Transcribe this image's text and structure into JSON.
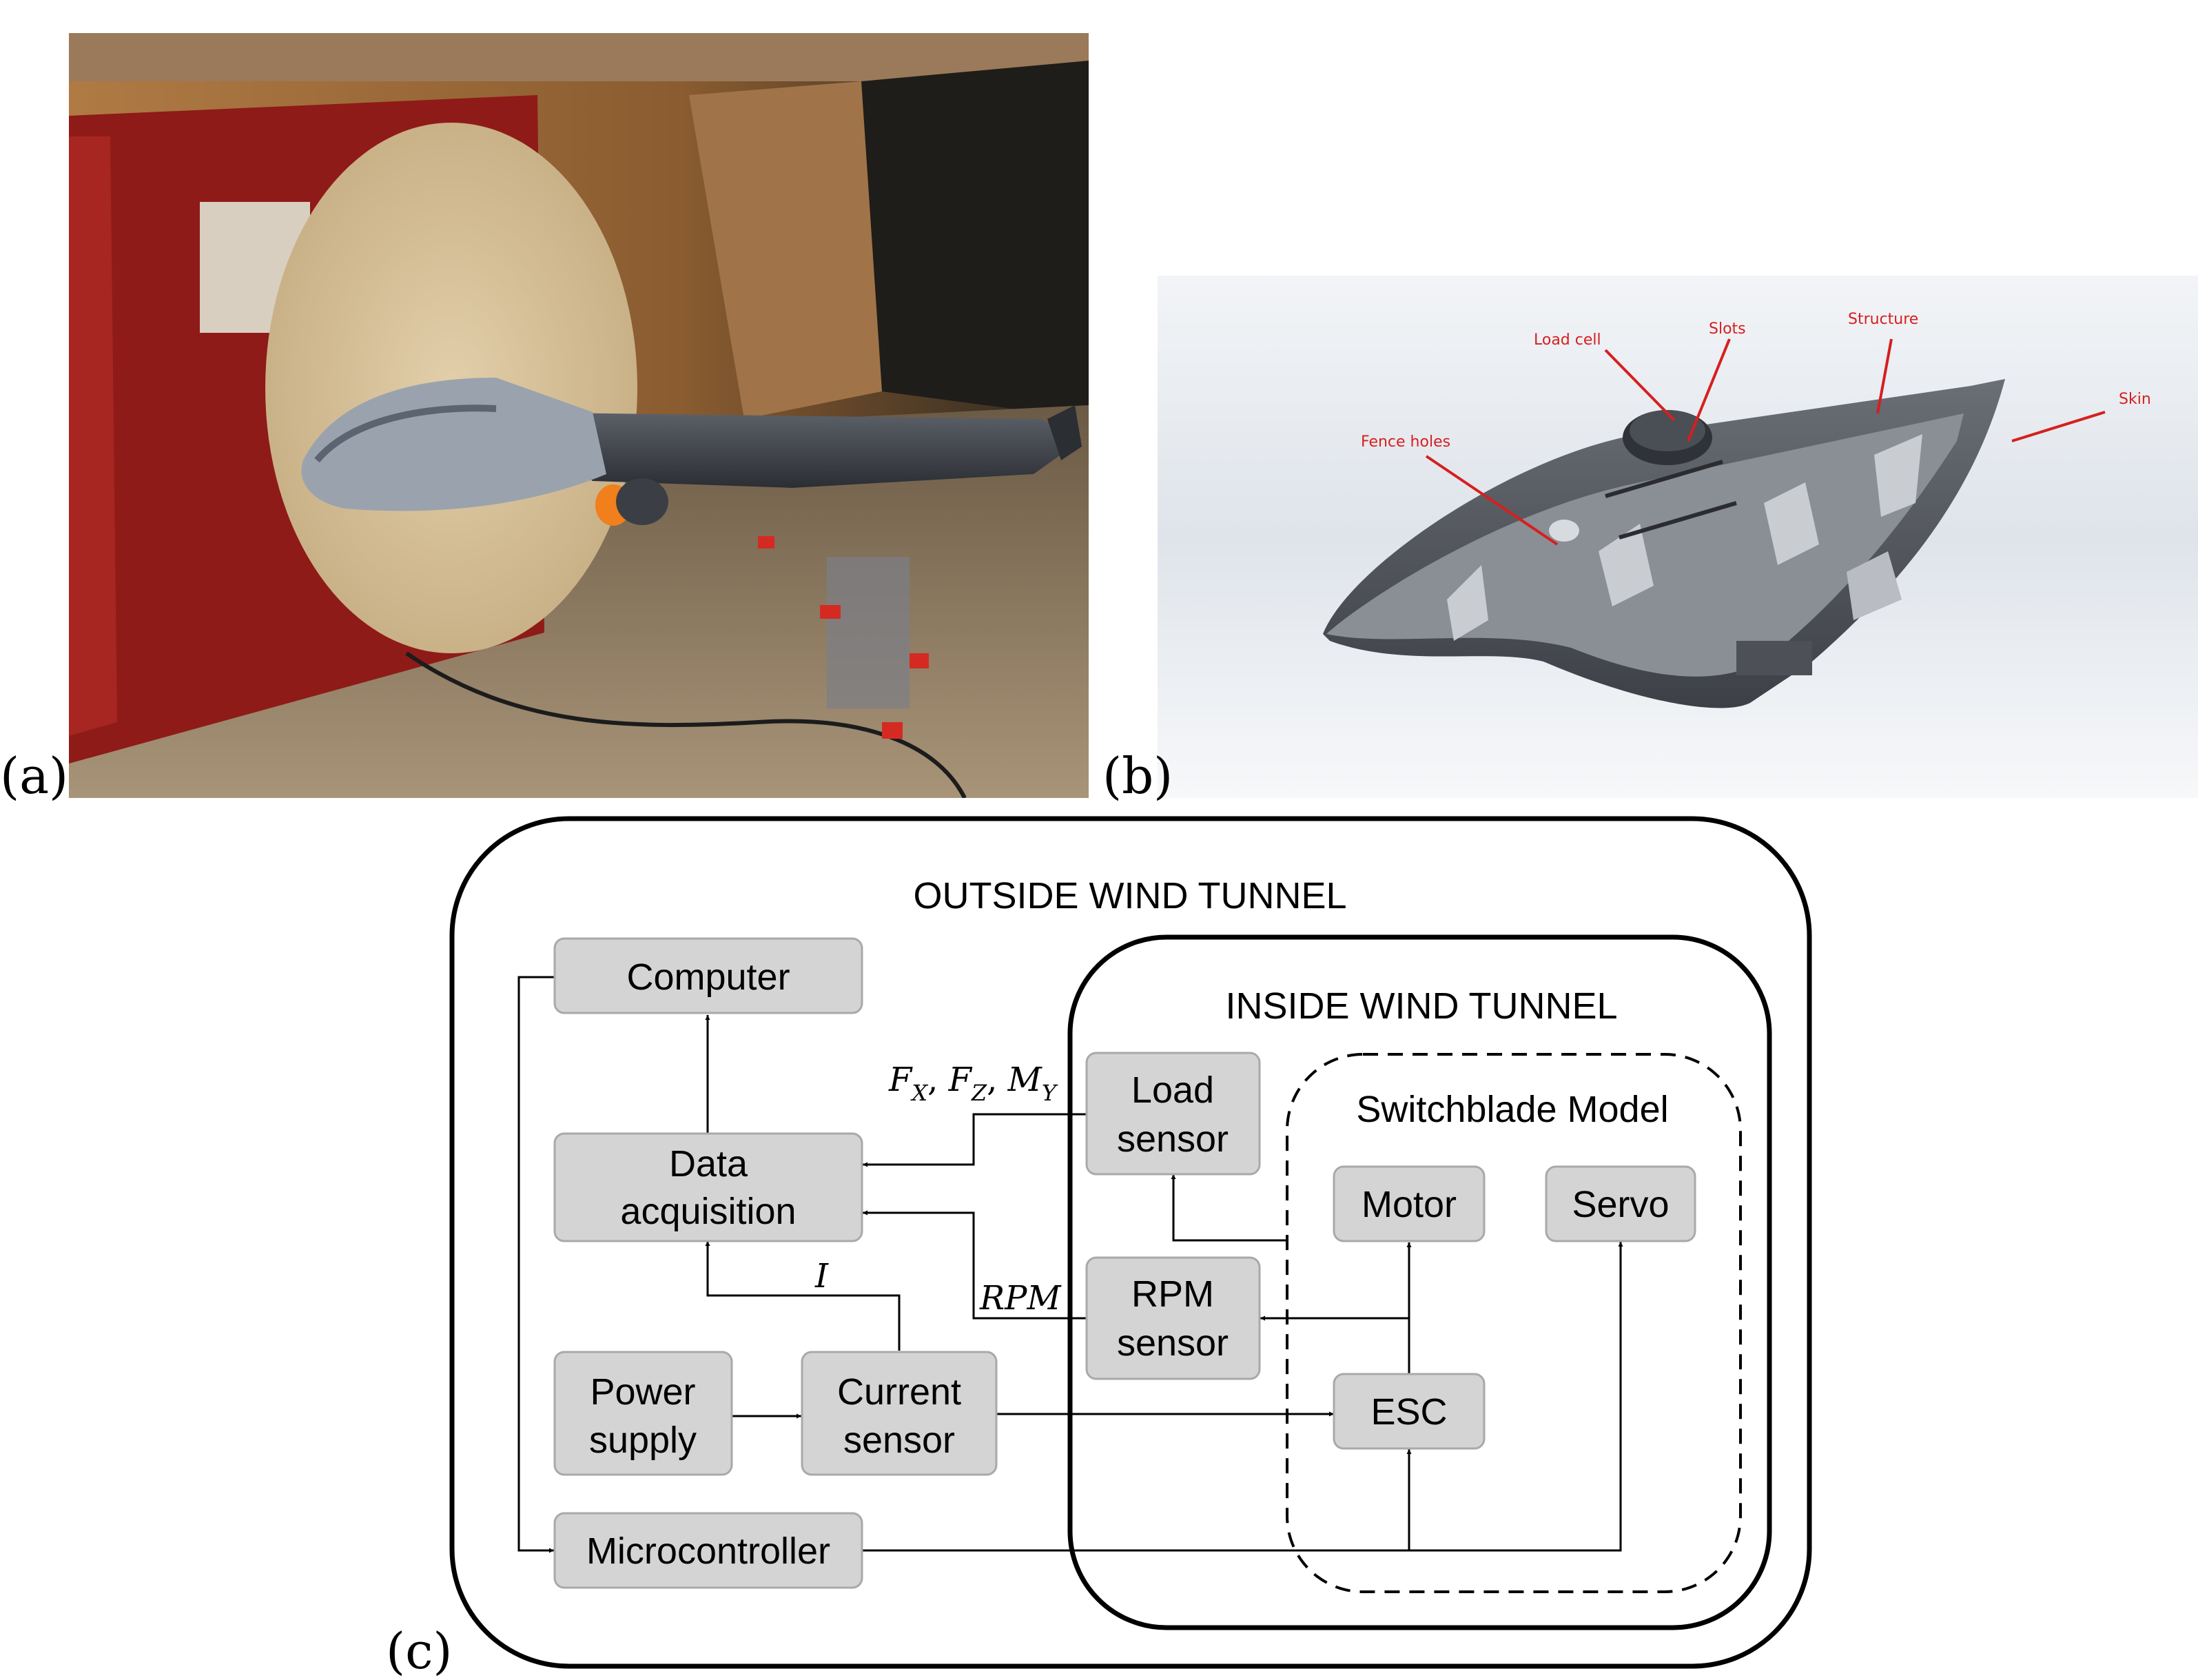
{
  "panels": {
    "a": {
      "label": "(a)"
    },
    "b": {
      "label": "(b)"
    },
    "c": {
      "label": "(c)"
    }
  },
  "cad": {
    "callouts": {
      "load_cell": "Load cell",
      "slots": "Slots",
      "structure": "Structure",
      "skin": "Skin",
      "fence_holes": "Fence holes"
    }
  },
  "diagram": {
    "outer_title": "OUTSIDE WIND TUNNEL",
    "inner_title": "INSIDE WIND TUNNEL",
    "model_title": "Switchblade Model",
    "boxes": {
      "computer": [
        "Computer"
      ],
      "data_acquisition": [
        "Data",
        "acquisition"
      ],
      "power_supply": [
        "Power",
        "supply"
      ],
      "current_sensor": [
        "Current",
        "sensor"
      ],
      "microcontroller": [
        "Microcontroller"
      ],
      "load_sensor": [
        "Load",
        "sensor"
      ],
      "rpm_sensor": [
        "RPM",
        "sensor"
      ],
      "motor": [
        "Motor"
      ],
      "servo": [
        "Servo"
      ],
      "esc": [
        "ESC"
      ]
    },
    "signals": {
      "force_moment": {
        "f": "F",
        "x": "X",
        "sep": ", ",
        "z": "Z",
        "m": "M",
        "y": "Y"
      },
      "current": "I",
      "rpm": "RPM"
    },
    "colors": {
      "box_fill": "#d4d4d4",
      "box_stroke": "#a9a9a9",
      "line": "#000000",
      "cad_callout": "#d61f1f"
    }
  }
}
